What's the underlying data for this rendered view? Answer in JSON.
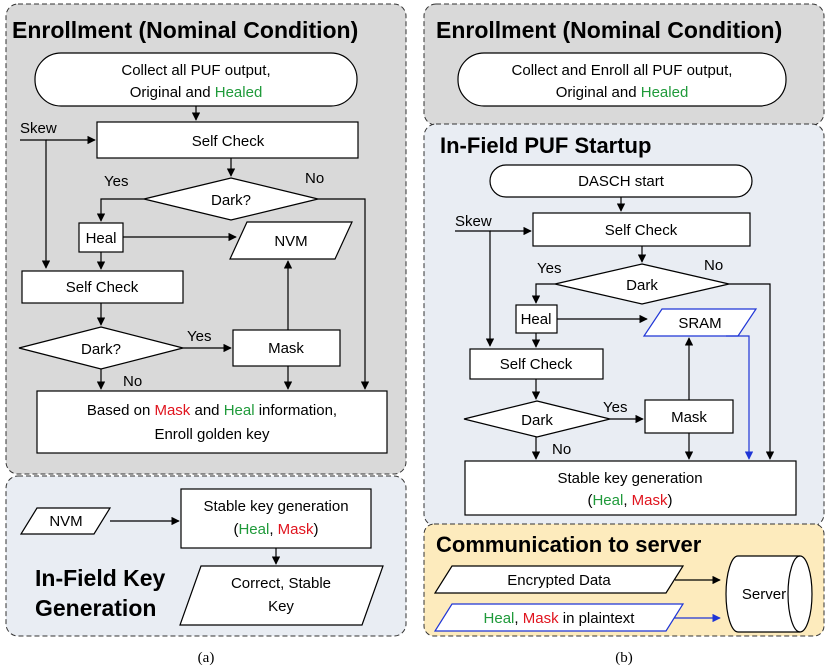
{
  "colors": {
    "green": "#1f9a3a",
    "red": "#e0141e",
    "blue": "#1f35d6",
    "gray_panel": "#d9d9d9",
    "light_panel": "#e9edf3",
    "yellow_panel": "#fdebbd"
  },
  "left": {
    "enroll_title": "Enrollment (Nominal Condition)",
    "collect_l1": "Collect all PUF output,",
    "collect_l2a": "Original and ",
    "collect_l2b": "Healed",
    "skew": "Skew",
    "self_check_1": "Self Check",
    "yes_1": "Yes",
    "no_1": "No",
    "dark_1": "Dark?",
    "heal": "Heal",
    "nvm": "NVM",
    "self_check_2": "Self Check",
    "dark_2": "Dark?",
    "yes_2": "Yes",
    "mask": "Mask",
    "no_2": "No",
    "based_a": "Based on ",
    "based_mask": "Mask",
    "based_b": " and ",
    "based_heal": "Heal",
    "based_c": " information,",
    "enroll_key": "Enroll golden key",
    "infield_nvm": "NVM",
    "stable_l1": "Stable key generation",
    "stable_open": "(",
    "stable_heal": "Heal",
    "stable_comma": ", ",
    "stable_mask": "Mask",
    "stable_close": ")",
    "correct_l1": "Correct, Stable",
    "correct_l2": "Key",
    "ikg_l1": "In-Field Key",
    "ikg_l2": "Generation",
    "caption": "(a)"
  },
  "right": {
    "enroll_title": "Enrollment (Nominal Condition)",
    "collect_l1": "Collect and Enroll all PUF output,",
    "collect_l2a": "Original and ",
    "collect_l2b": "Healed",
    "startup_title": "In-Field PUF Startup",
    "dasch": "DASCH start",
    "skew": "Skew",
    "self_check_1": "Self Check",
    "yes_1": "Yes",
    "no_1": "No",
    "dark_1": "Dark",
    "heal": "Heal",
    "sram": "SRAM",
    "self_check_2": "Self Check",
    "dark_2": "Dark",
    "yes_2": "Yes",
    "mask": "Mask",
    "no_2": "No",
    "stable_l1": "Stable key generation",
    "stable_open": "(",
    "stable_heal": "Heal",
    "stable_comma": ", ",
    "stable_mask": "Mask",
    "stable_close": ")",
    "comm_title": "Communication to server",
    "encrypted": "Encrypted Data",
    "plain_heal": "Heal",
    "plain_comma": ", ",
    "plain_mask": "Mask",
    "plain_rest": " in plaintext",
    "server": "Server",
    "caption": "(b)"
  }
}
